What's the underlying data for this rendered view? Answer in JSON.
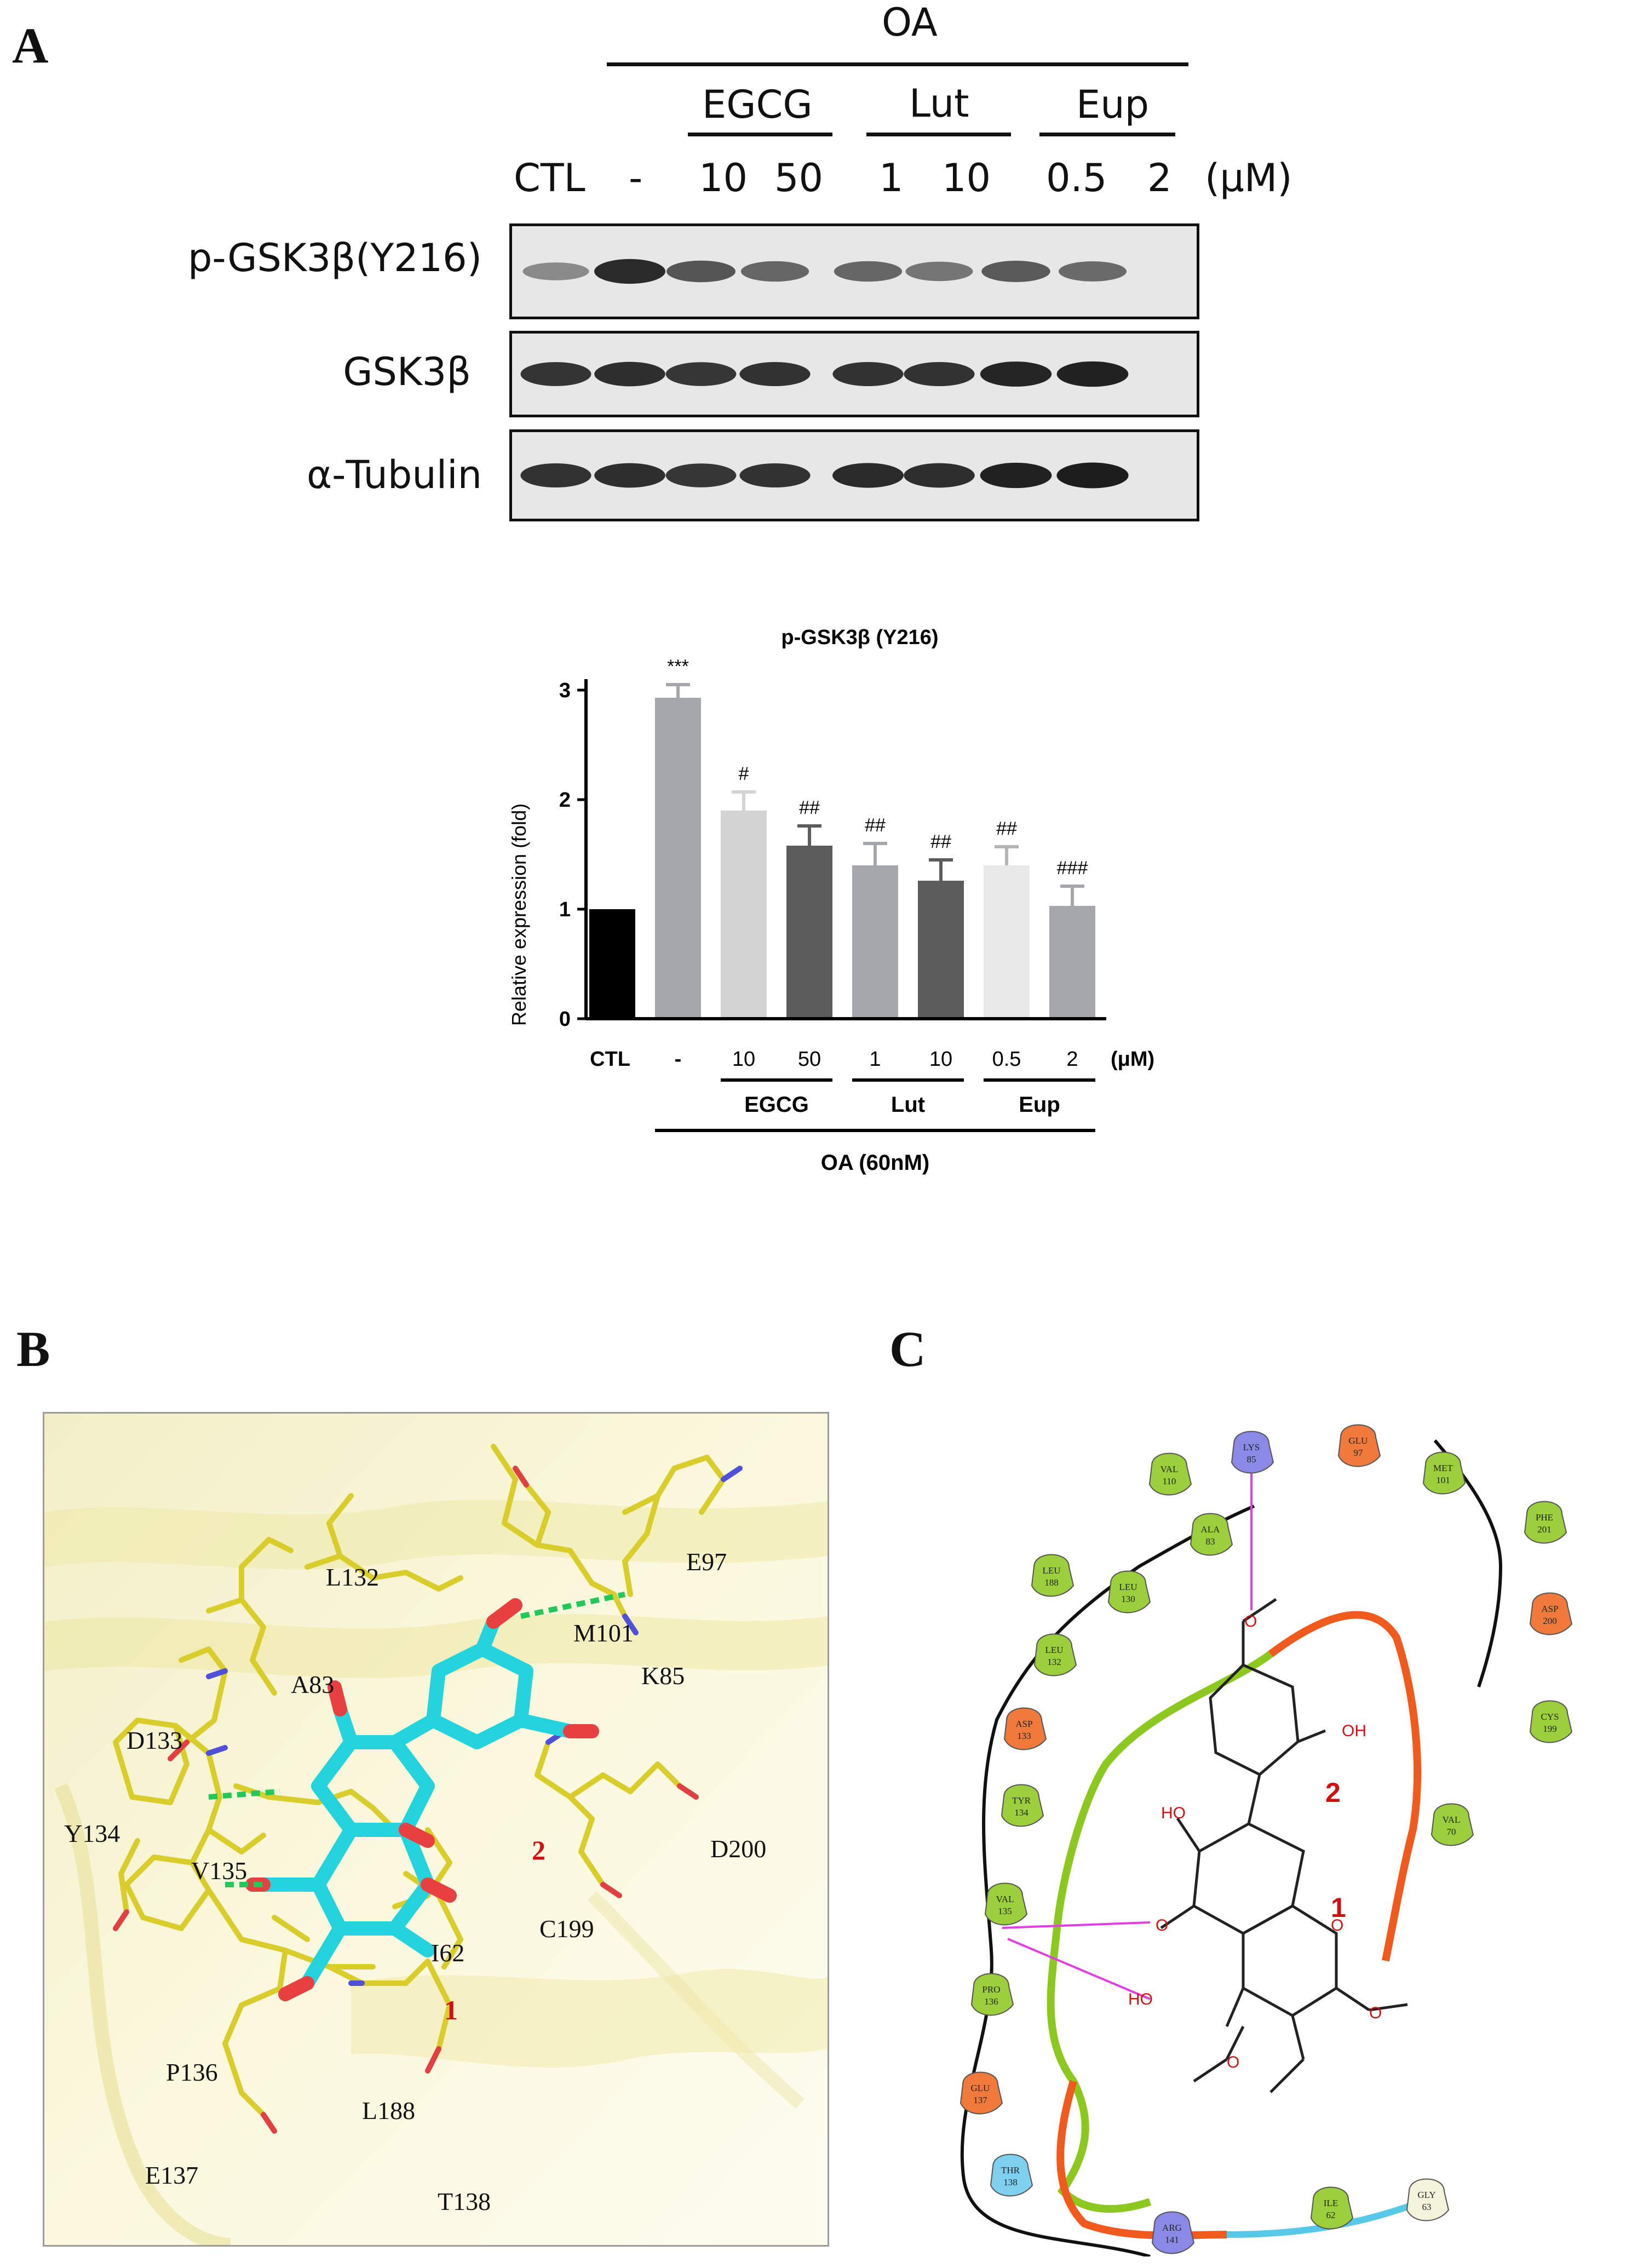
{
  "panels": {
    "a": "A",
    "b": "B",
    "c": "C"
  },
  "blot": {
    "treatment": "OA",
    "groups": [
      "EGCG",
      "Lut",
      "Eup"
    ],
    "lanes": [
      "CTL",
      "-",
      "10",
      "50",
      "1",
      "10",
      "0.5",
      "2"
    ],
    "unit": "(μM)",
    "rows": [
      {
        "label": "p-GSK3β(Y216)",
        "intensity": [
          0.45,
          0.9,
          0.7,
          0.62,
          0.62,
          0.55,
          0.68,
          0.6
        ]
      },
      {
        "label": "GSK3β",
        "intensity": [
          0.85,
          0.88,
          0.84,
          0.86,
          0.86,
          0.86,
          0.92,
          0.94
        ]
      },
      {
        "label": "α-Tubulin",
        "intensity": [
          0.86,
          0.88,
          0.84,
          0.86,
          0.9,
          0.88,
          0.94,
          0.96
        ]
      }
    ]
  },
  "chart_data": {
    "type": "bar",
    "title": "p-GSK3β (Y216)",
    "ylabel": "Relative expression (fold)",
    "ylim": [
      0,
      3
    ],
    "yticks": [
      "0",
      "1",
      "2",
      "3"
    ],
    "categories": [
      "CTL",
      "-",
      "10",
      "50",
      "1",
      "10",
      "0.5",
      "2"
    ],
    "values": [
      1.0,
      2.93,
      1.9,
      1.58,
      1.4,
      1.26,
      1.4,
      1.03
    ],
    "errors": [
      0.0,
      0.12,
      0.17,
      0.18,
      0.2,
      0.19,
      0.17,
      0.18
    ],
    "colors": [
      "#000000",
      "#a6a6ad",
      "#d3d3d3",
      "#5c5c5c",
      "#a6a6ad",
      "#5c5c5c",
      "#e8e8e8",
      "#a6a6ad"
    ],
    "annotations": [
      "",
      "***",
      "#",
      "##",
      "##",
      "##",
      "##",
      "###"
    ],
    "unit": "(μM)",
    "groups": [
      "EGCG",
      "Lut",
      "Eup"
    ],
    "treatment": "OA (60nM)"
  },
  "docking3d": {
    "residues": [
      "L132",
      "M101",
      "E97",
      "K85",
      "A83",
      "D133",
      "Y134",
      "V135",
      "I62",
      "C199",
      "D200",
      "P136",
      "L188",
      "E137",
      "T138"
    ],
    "ring_labels": [
      "1",
      "2"
    ]
  },
  "diagram2d": {
    "residues": [
      {
        "name": "VAL",
        "num": "110",
        "color": "#9ccf3c"
      },
      {
        "name": "LYS",
        "num": "85",
        "color": "#8a8ae6"
      },
      {
        "name": "GLU",
        "num": "97",
        "color": "#f07a3c"
      },
      {
        "name": "MET",
        "num": "101",
        "color": "#9ccf3c"
      },
      {
        "name": "ALA",
        "num": "83",
        "color": "#9ccf3c"
      },
      {
        "name": "PHE",
        "num": "201",
        "color": "#9ccf3c"
      },
      {
        "name": "LEU",
        "num": "188",
        "color": "#9ccf3c"
      },
      {
        "name": "LEU",
        "num": "130",
        "color": "#9ccf3c"
      },
      {
        "name": "ASP",
        "num": "200",
        "color": "#f07a3c"
      },
      {
        "name": "LEU",
        "num": "132",
        "color": "#9ccf3c"
      },
      {
        "name": "CYS",
        "num": "199",
        "color": "#9ccf3c"
      },
      {
        "name": "ASP",
        "num": "133",
        "color": "#f07a3c"
      },
      {
        "name": "TYR",
        "num": "134",
        "color": "#9ccf3c"
      },
      {
        "name": "VAL",
        "num": "70",
        "color": "#9ccf3c"
      },
      {
        "name": "VAL",
        "num": "135",
        "color": "#9ccf3c"
      },
      {
        "name": "PRO",
        "num": "136",
        "color": "#9ccf3c"
      },
      {
        "name": "GLU",
        "num": "137",
        "color": "#f07a3c"
      },
      {
        "name": "THR",
        "num": "138",
        "color": "#7fd0ee"
      },
      {
        "name": "ARG",
        "num": "141",
        "color": "#8a8ae6"
      },
      {
        "name": "ILE",
        "num": "62",
        "color": "#9ccf3c"
      },
      {
        "name": "GLY",
        "num": "63",
        "color": "#f4f4dc"
      }
    ],
    "atoms": {
      "oh_right": "OH",
      "ho_top": "HO",
      "ho_bottom": "HO",
      "o_ring": "O",
      "o_carbonyl": "O",
      "o_methoxy_top": "O",
      "o_methoxy_bottom": "O",
      "o_methoxy_right": "O"
    },
    "ring_labels": [
      "1",
      "2"
    ]
  }
}
